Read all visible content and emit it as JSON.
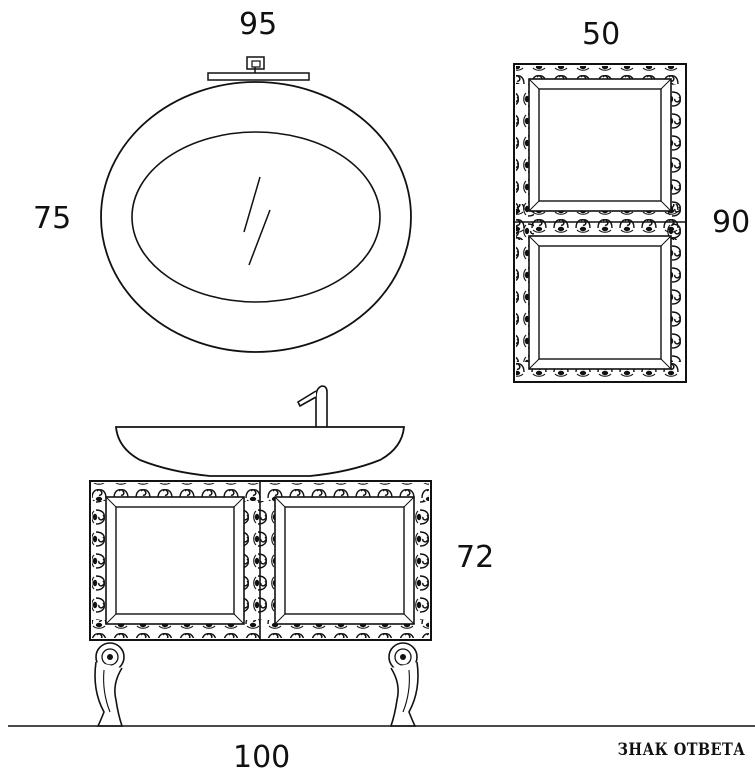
{
  "dimensions": {
    "mirror_width": "95",
    "mirror_height": "75",
    "cabinet_width": "50",
    "cabinet_height": "90",
    "vanity_height": "72",
    "vanity_width": "100"
  },
  "watermark": "ЗНАК ОТВЕТА",
  "colors": {
    "ink": "#111111",
    "background": "#ffffff"
  }
}
